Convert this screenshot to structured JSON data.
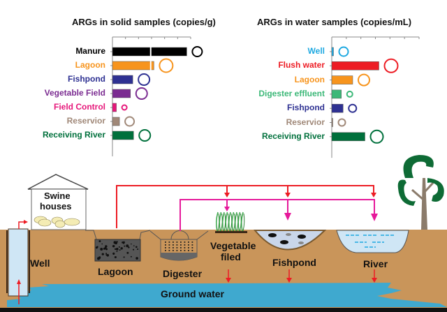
{
  "chart_data": [
    {
      "type": "bar",
      "orientation": "horizontal",
      "title": "ARGs in solid samples (copies/g)",
      "xlabel": "",
      "ylabel": "",
      "xlim": [
        0,
        1
      ],
      "value_units": "relative fraction of axis length (axis unlabeled)",
      "categories": [
        "Manure",
        "Lagoon",
        "Fishpond",
        "Vegetable Field",
        "Field Control",
        "Reservior",
        "Receiving River"
      ],
      "values": [
        0.95,
        0.53,
        0.26,
        0.23,
        0.05,
        0.09,
        0.27
      ],
      "circle_size_relative": [
        0.5,
        0.75,
        0.6,
        0.6,
        0.15,
        0.45,
        0.6
      ],
      "colors": [
        "#000000",
        "#f7941d",
        "#2e3192",
        "#7b2c91",
        "#e6177a",
        "#a08878",
        "#00703c"
      ],
      "break_marks": [
        "Manure",
        "Lagoon"
      ]
    },
    {
      "type": "bar",
      "orientation": "horizontal",
      "title": "ARGs in water samples (copies/mL)",
      "xlabel": "",
      "ylabel": "",
      "xlim": [
        0,
        1
      ],
      "value_units": "relative fraction of axis length (axis unlabeled)",
      "categories": [
        "Well",
        "Flush water",
        "Lagoon",
        "Digester effluent",
        "Fishpond",
        "Reservior",
        "Receiving River"
      ],
      "values": [
        0.02,
        0.54,
        0.24,
        0.11,
        0.13,
        0.01,
        0.38
      ],
      "circle_size_relative": [
        0.45,
        0.75,
        0.6,
        0.2,
        0.35,
        0.3,
        0.7
      ],
      "colors": [
        "#1fa9e1",
        "#ed1c24",
        "#f7941d",
        "#3cb878",
        "#2e3192",
        "#a08878",
        "#00703c"
      ]
    }
  ],
  "scene": {
    "labels": {
      "swine": "Swine\nhouses",
      "swine_line1": "Swine",
      "swine_line2": "houses",
      "well": "Well",
      "lagoon": "Lagoon",
      "digester": "Digester",
      "vegetable_line1": "Vegetable",
      "vegetable_line2": "filed",
      "fishpond": "Fishpond",
      "river": "River",
      "groundwater": "Ground water"
    },
    "flows": [
      {
        "from": "Lagoon",
        "to": [
          "Vegetable filed",
          "Fishpond",
          "River"
        ],
        "color": "#ed1c24"
      },
      {
        "from": "Digester",
        "to": [
          "Vegetable filed",
          "Fishpond",
          "River"
        ],
        "color": "#e6199a"
      }
    ],
    "colors": {
      "soil": "#c9955a",
      "groundwater": "#3fa9cf",
      "pond_water": "#c9d6ea",
      "river_water": "#cfe6f5",
      "tree": "#0e6b35"
    }
  }
}
